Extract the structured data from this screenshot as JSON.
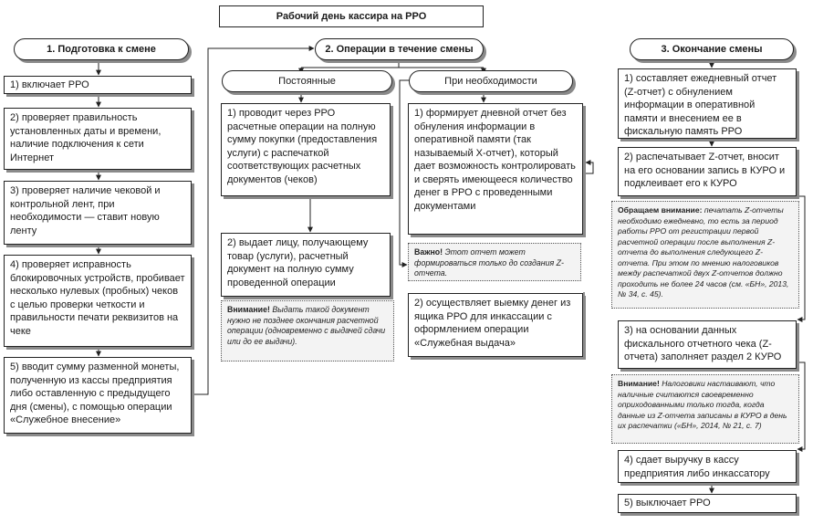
{
  "title": "Рабочий день кассира на РРО",
  "col1": {
    "header": "1. Подготовка к смене",
    "steps": [
      "1) включает РРО",
      "2) проверяет правильность установленных даты и времени, наличие подключения к сети Интернет",
      "3) проверяет наличие чековой и контрольной лент, при необходимости — ставит новую ленту",
      "4) проверяет исправность блокировочных устройств, пробивает несколько нулевых (пробных) чеков с целью проверки четкости и правильности печати реквизитов на чеке",
      "5) вводит сумму разменной монеты, полученную из кассы предприятия либо оставленную с предыдущего дня (смены), с помощью операции «Служебное внесение»"
    ]
  },
  "col2": {
    "header": "2. Операции в течение смены",
    "sub_left": "Постоянные",
    "sub_right": "При необходимости",
    "left_steps": [
      "1) проводит через РРО расчетные операции на полную сумму покупки (предоставления услуги) с распечаткой соответствующих расчетных документов (чеков)",
      "2) выдает лицу, получающему товар (услуги), расчетный документ на полную сумму проведенной операции"
    ],
    "left_note": {
      "label": "Внимание!",
      "text": "Выдать такой документ нужно не позднее окончания расчетной операции (одновременно с выдачей сдачи или до ее выдачи)."
    },
    "right_steps": [
      "1) формирует дневной отчет без обнуления информации в оперативной памяти (так называемый Х-отчет), который дает возможность контролировать и сверять имеющееся количество денег в РРО с проведенными документами",
      "2) осуществляет выемку денег из ящика РРО для инкассации с оформлением операции «Служебная выдача»"
    ],
    "right_note": {
      "label": "Важно!",
      "text": "Этот отчет может формироваться только до создания Z-отчета."
    }
  },
  "col3": {
    "header": "3. Окончание смены",
    "steps": [
      "1) составляет ежедневный отчет (Z-отчет) с обнулением информации в оперативной памяти и внесением ее в фискальную память РРО",
      "2) распечатывает Z-отчет, вносит на его основании запись в КУРО и подклеивает его к КУРО",
      "3) на основании данных фискального отчетного чека (Z-отчета) заполняет раздел 2 КУРО",
      "4) сдает выручку в кассу предприятия либо инкассатору",
      "5) выключает РРО"
    ],
    "note1": {
      "label": "Обращаем внимание:",
      "text": "печатать Z-отчеты необходимо ежедневно, то есть за период работы РРО от регистрации первой расчетной операции после выполнения Z-отчета до выполнения следующего Z-отчета. При этом по мнению налоговиков между распечаткой двух Z-отчетов должно проходить не более 24 часов (см. «БН», 2013, № 34, с. 45)."
    },
    "note2": {
      "label": "Внимание!",
      "text": "Налоговики настаивают, что наличные считаются своевременно оприходованными только тогда, когда данные из Z-отчета записаны в КУРО в день их распечатки («БН», 2014, № 21, с. 7)"
    }
  },
  "colors": {
    "line": "#222222",
    "shadow": "#8a8a8a",
    "note_bg": "#f3f3f3"
  }
}
